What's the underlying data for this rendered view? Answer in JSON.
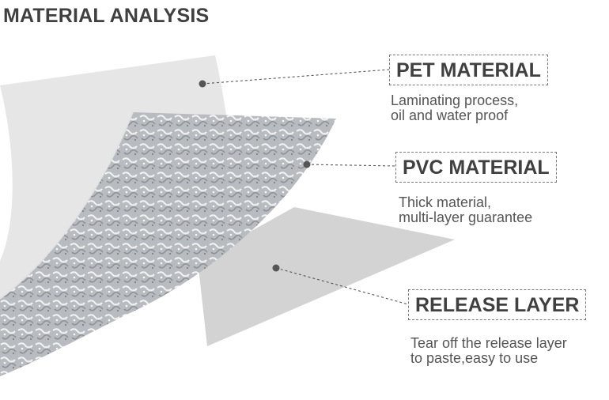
{
  "title": "MATERIAL ANALYSIS",
  "layers": [
    {
      "label": "PET MATERIAL",
      "desc": [
        "Laminating process,",
        "oil and water proof"
      ]
    },
    {
      "label": "PVC MATERIAL",
      "desc": [
        "Thick material,",
        "multi-layer guarantee"
      ]
    },
    {
      "label": "RELEASE LAYER",
      "desc": [
        "Tear off the release layer",
        "to paste,easy to use"
      ]
    }
  ],
  "colors": {
    "pet": "#e6e6e6",
    "foil": "#b9bcc0",
    "release": "#d2d2d2",
    "text": "#404040"
  }
}
